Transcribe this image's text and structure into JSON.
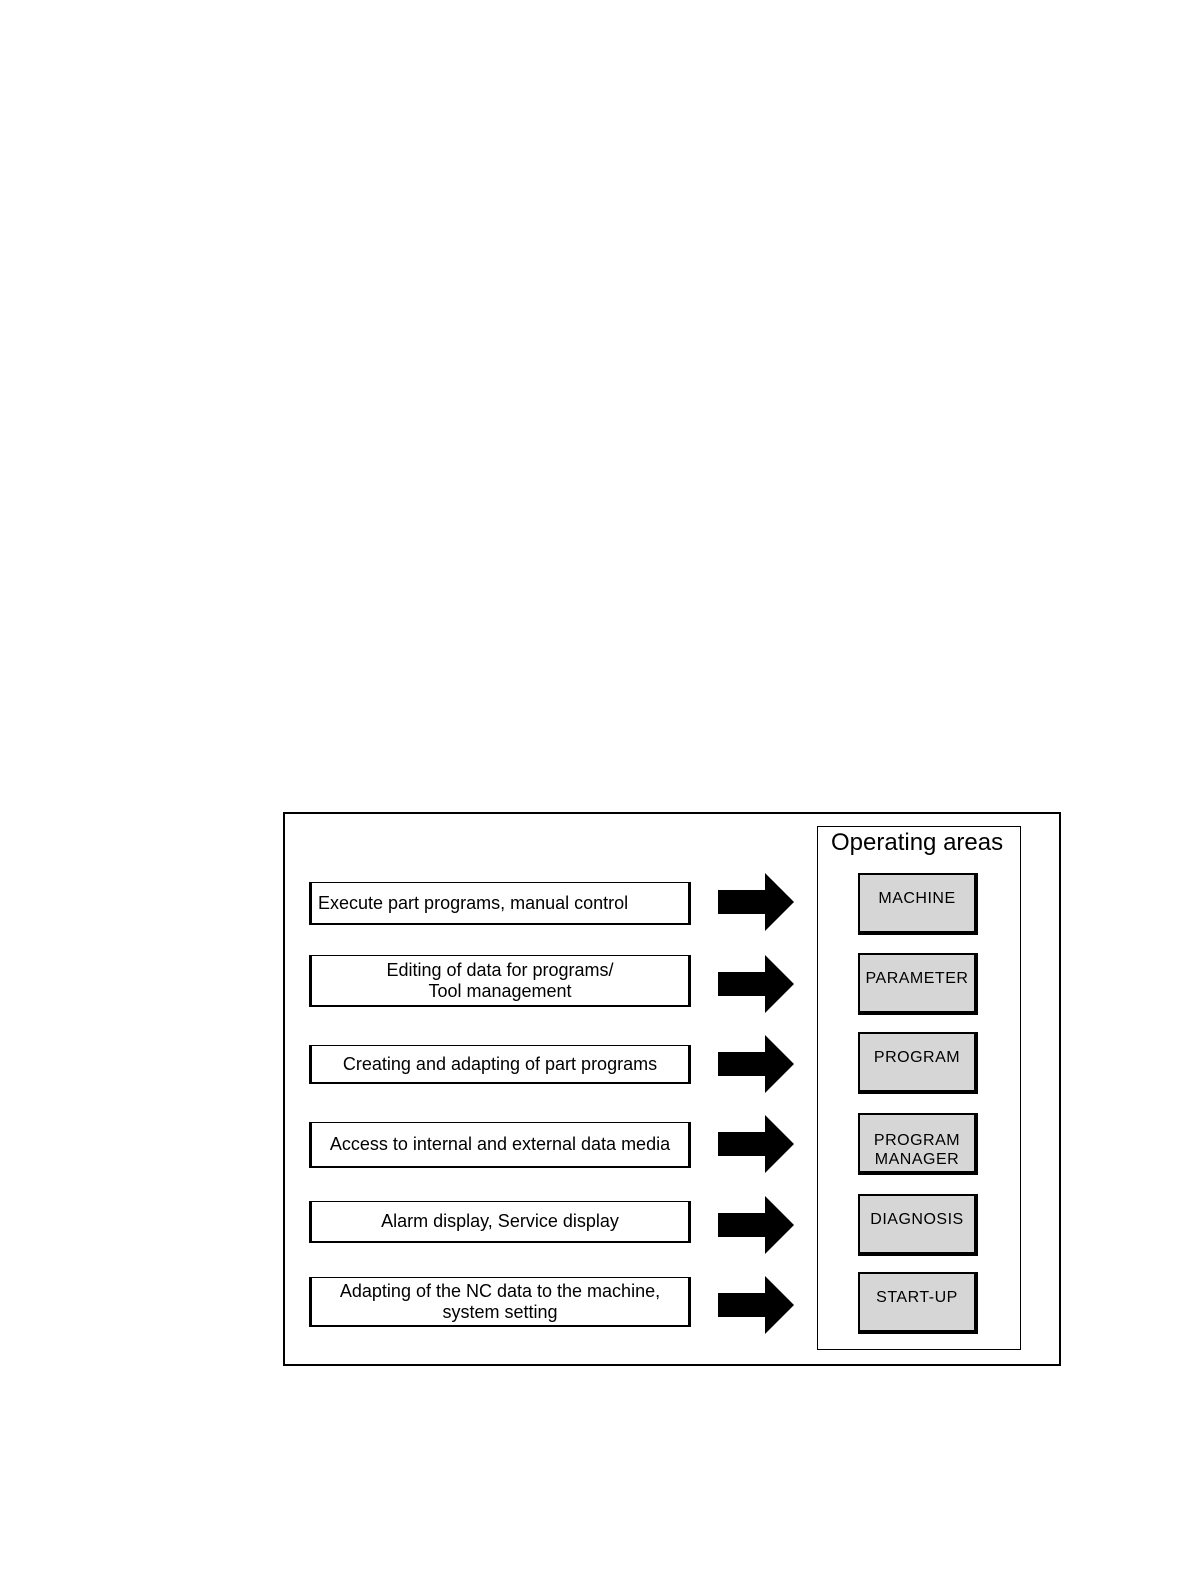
{
  "diagram": {
    "panel_title": "Operating areas",
    "rows": [
      {
        "description": "Execute part programs, manual control",
        "area": "MACHINE"
      },
      {
        "description": "Editing of data for programs/\nTool management",
        "area": "PARAMETER"
      },
      {
        "description": "Creating and adapting of part programs",
        "area": "PROGRAM"
      },
      {
        "description": "Access to internal and external data media",
        "area": "PROGRAM\nMANAGER"
      },
      {
        "description": "Alarm display, Service display",
        "area": "DIAGNOSIS"
      },
      {
        "description": "Adapting of the NC data to the machine,\nsystem setting",
        "area": "START-UP"
      }
    ]
  }
}
